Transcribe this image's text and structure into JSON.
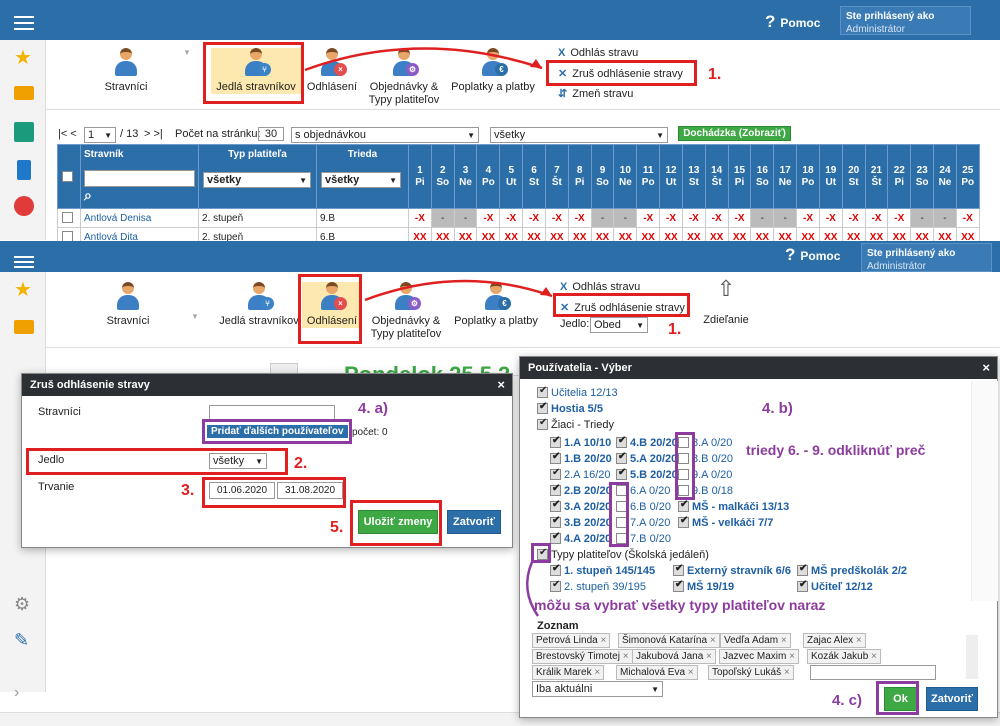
{
  "top": {
    "help_label": "Pomoc",
    "user_line1": "Ste prihlásený ako",
    "user_line2": "Administrátor"
  },
  "ribbon": {
    "stravnici": "Stravníci",
    "jedla": "Jedlá stravníkov",
    "odhlasenie": "Odhlásení",
    "objednavky1": "Objednávky &",
    "objednavky2": "Typy platiteľov",
    "poplatky": "Poplatky a platby",
    "zdielanie": "Zdieľanie",
    "act_odhlas": "Odhlás stravu",
    "act_zrus": "Zruš odhlásenie stravy",
    "act_zmen": "Zmeň stravu",
    "jedlo_label": "Jedlo:",
    "jedlo_value": "Obed"
  },
  "steps": {
    "one": "1.",
    "two": "2.",
    "three": "3.",
    "five": "5.",
    "a4": "4. a)",
    "b4": "4. b)",
    "c4": "4. c)",
    "triedy_note": "triedy 6. - 9. odkliknúť preč",
    "typy_note": "môžu sa vybrať všetky typy platiteľov naraz"
  },
  "pager": {
    "first_prev": "|< <",
    "page": "1",
    "of": "/ 13",
    "next_last": "> >|",
    "per_page_label": "Počet na stránku:",
    "per_page": "30",
    "filter1": "s objednávkou",
    "filter2": "všetky",
    "attendance_button": "Dochádzka (Zobraziť)"
  },
  "table": {
    "col_stravnik": "Stravník",
    "col_typ": "Typ platiteľa",
    "col_trieda": "Trieda",
    "typ_filter": "všetky",
    "trieda_filter": "všetky",
    "days": [
      {
        "n": "1",
        "d": "Pi",
        "we": false
      },
      {
        "n": "2",
        "d": "So",
        "we": true
      },
      {
        "n": "3",
        "d": "Ne",
        "we": true
      },
      {
        "n": "4",
        "d": "Po",
        "we": false
      },
      {
        "n": "5",
        "d": "Ut",
        "we": false
      },
      {
        "n": "6",
        "d": "St",
        "we": false
      },
      {
        "n": "7",
        "d": "Št",
        "we": false
      },
      {
        "n": "8",
        "d": "Pi",
        "we": false
      },
      {
        "n": "9",
        "d": "So",
        "we": true
      },
      {
        "n": "10",
        "d": "Ne",
        "we": true
      },
      {
        "n": "11",
        "d": "Po",
        "we": false
      },
      {
        "n": "12",
        "d": "Ut",
        "we": false
      },
      {
        "n": "13",
        "d": "St",
        "we": false
      },
      {
        "n": "14",
        "d": "Št",
        "we": false
      },
      {
        "n": "15",
        "d": "Pi",
        "we": false
      },
      {
        "n": "16",
        "d": "So",
        "we": true
      },
      {
        "n": "17",
        "d": "Ne",
        "we": true
      },
      {
        "n": "18",
        "d": "Po",
        "we": false
      },
      {
        "n": "19",
        "d": "Ut",
        "we": false
      },
      {
        "n": "20",
        "d": "St",
        "we": false
      },
      {
        "n": "21",
        "d": "Št",
        "we": false
      },
      {
        "n": "22",
        "d": "Pi",
        "we": false
      },
      {
        "n": "23",
        "d": "So",
        "we": true
      },
      {
        "n": "24",
        "d": "Ne",
        "we": true
      },
      {
        "n": "25",
        "d": "Po",
        "we": false
      }
    ],
    "rows": [
      {
        "name": "Antlová Denisa",
        "typ": "2. stupeň",
        "trieda": "9.B",
        "mark": "-X"
      },
      {
        "name": "Antlová Dita",
        "typ": "2. stupeň",
        "trieda": "6.B",
        "mark": "XX"
      }
    ]
  },
  "bg_heading": "Pondelok 25.5.2",
  "dialog_zrus": {
    "title": "Zruš odhlásenie stravy",
    "stravnici_label": "Stravníci",
    "add_users_button": "Pridať ďalších používateľov",
    "count_label": "počet: 0",
    "jedlo_label": "Jedlo",
    "jedlo_value": "všetky",
    "trvanie_label": "Trvanie",
    "date_from": "01.06.2020",
    "date_to": "31.08.2020",
    "save_button": "Uložiť zmeny",
    "close_button": "Zatvoriť"
  },
  "dialog_users": {
    "title": "Používatelia - Výber",
    "ucitelia": "Učitelia 12/13",
    "hostia": "Hostia 5/5",
    "ziaci": "Žiaci - Triedy",
    "classes": [
      {
        "label": "1.A 10/10",
        "on": true,
        "bold": true
      },
      {
        "label": "4.B 20/20",
        "on": true,
        "bold": true
      },
      {
        "label": "8.A 0/20",
        "on": false,
        "bold": false
      },
      {
        "label": "1.B 20/20",
        "on": true,
        "bold": true
      },
      {
        "label": "5.A 20/20",
        "on": true,
        "bold": true
      },
      {
        "label": "8.B 0/20",
        "on": false,
        "bold": false
      },
      {
        "label": "2.A 16/20",
        "on": true,
        "bold": false
      },
      {
        "label": "5.B 20/20",
        "on": true,
        "bold": true
      },
      {
        "label": "9.A 0/20",
        "on": false,
        "bold": false
      },
      {
        "label": "2.B 20/20",
        "on": true,
        "bold": true
      },
      {
        "label": "6.A 0/20",
        "on": false,
        "bold": false
      },
      {
        "label": "9.B 0/18",
        "on": false,
        "bold": false
      },
      {
        "label": "3.A 20/20",
        "on": true,
        "bold": true
      },
      {
        "label": "6.B 0/20",
        "on": false,
        "bold": false
      },
      {
        "label": "MŠ - malkáči 13/13",
        "on": true,
        "bold": true
      },
      {
        "label": "3.B 20/20",
        "on": true,
        "bold": true
      },
      {
        "label": "7.A 0/20",
        "on": false,
        "bold": false
      },
      {
        "label": "MŠ - velkáči 7/7",
        "on": true,
        "bold": true
      },
      {
        "label": "4.A 20/20",
        "on": true,
        "bold": true
      },
      {
        "label": "7.B 0/20",
        "on": false,
        "bold": false
      }
    ],
    "typy": "Typy platiteľov (Školská jedáleň)",
    "types": [
      {
        "label": "1. stupeň 145/145",
        "bold": true
      },
      {
        "label": "Externý stravník 6/6",
        "bold": true
      },
      {
        "label": "MŠ predškolák 2/2",
        "bold": true
      },
      {
        "label": "2. stupeň 39/195",
        "bold": false
      },
      {
        "label": "MŠ 19/19",
        "bold": true
      },
      {
        "label": "Učiteľ 12/12",
        "bold": true
      }
    ],
    "zoznam": "Zoznam",
    "people": [
      "Petrová Linda",
      "Šimonová Katarína",
      "Vedľa Adam",
      "Zajac Alex",
      "Brestovský Timotej",
      "Jakubová Jana",
      "Jazvec Maxim",
      "Kozák Jakub",
      "Králik Marek",
      "Michalová Eva",
      "Topoľský Lukáš"
    ],
    "filter": "Iba aktuálni",
    "ok_button": "Ok",
    "close_button": "Zatvoriť"
  }
}
